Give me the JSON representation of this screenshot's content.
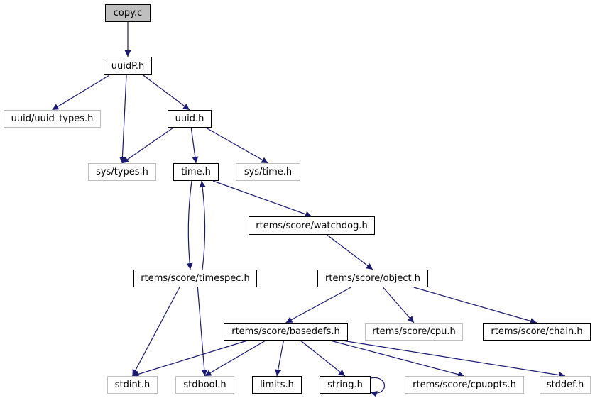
{
  "colors": {
    "edge": "#191970",
    "root_fill": "#bfbfbf",
    "external_border": "#bfbfbf",
    "linked_border": "#000000"
  },
  "nodes": [
    {
      "id": "copy",
      "label": "copy.c",
      "kind": "root"
    },
    {
      "id": "uuidP",
      "label": "uuidP.h",
      "kind": "linked"
    },
    {
      "id": "uuid_types",
      "label": "uuid/uuid_types.h",
      "kind": "ext"
    },
    {
      "id": "uuid",
      "label": "uuid.h",
      "kind": "linked"
    },
    {
      "id": "systypes",
      "label": "sys/types.h",
      "kind": "ext"
    },
    {
      "id": "time",
      "label": "time.h",
      "kind": "linked"
    },
    {
      "id": "systime",
      "label": "sys/time.h",
      "kind": "ext"
    },
    {
      "id": "watchdog",
      "label": "rtems/score/watchdog.h",
      "kind": "linked"
    },
    {
      "id": "timespec",
      "label": "rtems/score/timespec.h",
      "kind": "linked"
    },
    {
      "id": "object",
      "label": "rtems/score/object.h",
      "kind": "linked"
    },
    {
      "id": "basedefs",
      "label": "rtems/score/basedefs.h",
      "kind": "linked"
    },
    {
      "id": "cpu",
      "label": "rtems/score/cpu.h",
      "kind": "ext"
    },
    {
      "id": "chain",
      "label": "rtems/score/chain.h",
      "kind": "linked"
    },
    {
      "id": "stdint",
      "label": "stdint.h",
      "kind": "ext"
    },
    {
      "id": "stdbool",
      "label": "stdbool.h",
      "kind": "ext"
    },
    {
      "id": "limits",
      "label": "limits.h",
      "kind": "linked"
    },
    {
      "id": "string",
      "label": "string.h",
      "kind": "linked"
    },
    {
      "id": "cpuopts",
      "label": "rtems/score/cpuopts.h",
      "kind": "ext"
    },
    {
      "id": "stddef",
      "label": "stddef.h",
      "kind": "ext"
    }
  ],
  "edges": [
    [
      "copy",
      "uuidP"
    ],
    [
      "uuidP",
      "uuid_types"
    ],
    [
      "uuidP",
      "systypes"
    ],
    [
      "uuidP",
      "uuid"
    ],
    [
      "uuid",
      "systypes"
    ],
    [
      "uuid",
      "time"
    ],
    [
      "uuid",
      "systime"
    ],
    [
      "time",
      "timespec"
    ],
    [
      "timespec",
      "time"
    ],
    [
      "time",
      "watchdog"
    ],
    [
      "watchdog",
      "object"
    ],
    [
      "timespec",
      "stdint"
    ],
    [
      "timespec",
      "stdbool"
    ],
    [
      "object",
      "basedefs"
    ],
    [
      "object",
      "cpu"
    ],
    [
      "object",
      "chain"
    ],
    [
      "basedefs",
      "stdint"
    ],
    [
      "basedefs",
      "stdbool"
    ],
    [
      "basedefs",
      "limits"
    ],
    [
      "basedefs",
      "string"
    ],
    [
      "basedefs",
      "cpuopts"
    ],
    [
      "basedefs",
      "stddef"
    ],
    [
      "string",
      "string"
    ]
  ]
}
